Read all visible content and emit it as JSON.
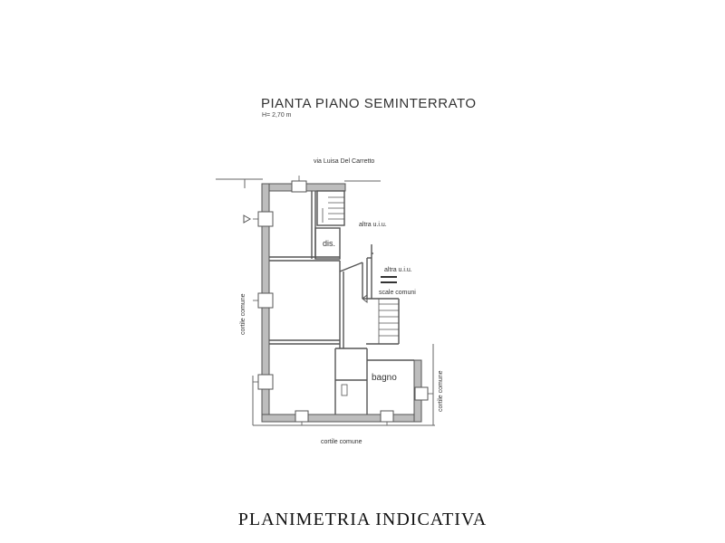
{
  "plan": {
    "title": "PIANTA PIANO SEMINTERRATO",
    "height_note": "H= 2,70 m"
  },
  "labels": {
    "street": "via Luisa Del Carretto",
    "dis": "dis.",
    "altra_uiu_1": "altra u.i.u.",
    "altra_uiu_2": "altra u.i.u.",
    "scale_comuni": "scale comuni",
    "bagno": "bagno",
    "cortile_left": "cortile comune",
    "cortile_right": "cortile comune",
    "cortile_bottom": "cortile comune"
  },
  "caption": "PLANIMETRIA INDICATIVA",
  "colors": {
    "wall": "#555555",
    "wall_fill": "#bdbdbd",
    "line": "#444444"
  }
}
